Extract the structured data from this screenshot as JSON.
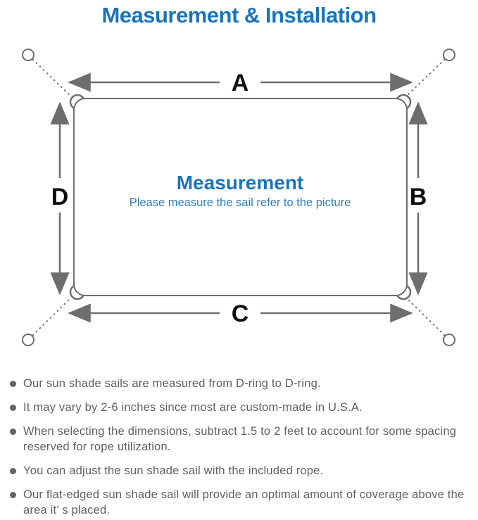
{
  "title": "Measurement & Installation",
  "diagram": {
    "side_labels": {
      "top": "A",
      "right": "B",
      "bottom": "C",
      "left": "D"
    },
    "center_title": "Measurement",
    "center_subtitle": "Please measure the sail refer to the picture"
  },
  "bullets": [
    "Our sun shade sails are measured from D-ring to D-ring.",
    "It may vary by 2-6 inches since most are custom-made in U.S.A.",
    "When selecting the dimensions, subtract 1.5 to 2 feet to account for some spacing reserved for rope utilization.",
    "You can adjust the sun shade sail with the included rope.",
    "Our flat-edged sun shade sail will provide an optimal amount of coverage above the area it’ s placed."
  ],
  "colors": {
    "accent_blue": "#1a74ba",
    "subtitle_blue": "#2e7cc0",
    "line_gray": "#6e6e6e",
    "text_gray": "#606060"
  }
}
